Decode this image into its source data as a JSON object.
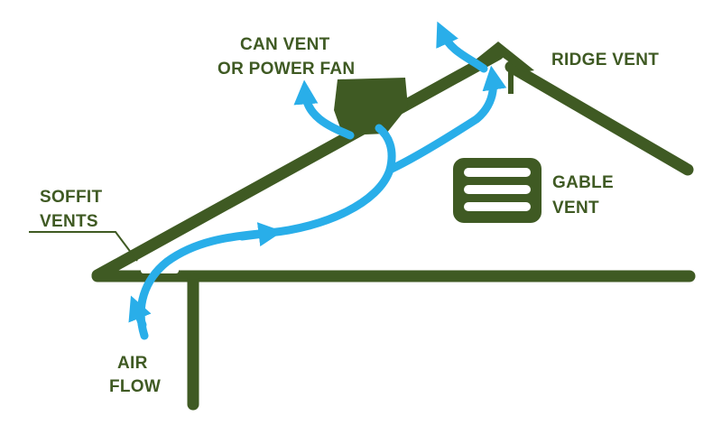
{
  "labels": {
    "can_vent_line1": "CAN  VENT",
    "can_vent_line2": "OR POWER FAN",
    "ridge_vent": "RIDGE VENT",
    "gable_vent_line1": "GABLE",
    "gable_vent_line2": "VENT",
    "soffit_line1": "SOFFIT",
    "soffit_line2": "VENTS",
    "airflow_line1": "AIR",
    "airflow_line2": "FLOW"
  },
  "colors": {
    "structure": "#3f5a23",
    "airflow": "#29aee9",
    "background": "#ffffff"
  }
}
